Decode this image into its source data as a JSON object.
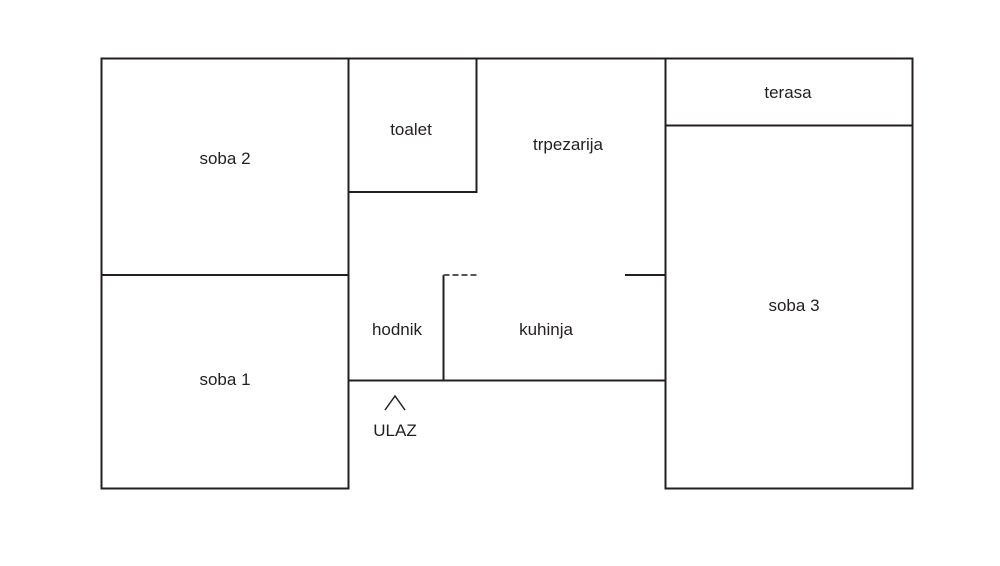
{
  "plan": {
    "rooms": [
      {
        "id": "soba2",
        "label": "soba 2"
      },
      {
        "id": "toalet",
        "label": "toalet"
      },
      {
        "id": "trpezarija",
        "label": "trpezarija"
      },
      {
        "id": "terasa",
        "label": "terasa"
      },
      {
        "id": "soba3",
        "label": "soba 3"
      },
      {
        "id": "hodnik",
        "label": "hodnik"
      },
      {
        "id": "kuhinja",
        "label": "kuhinja"
      },
      {
        "id": "soba1",
        "label": "soba 1"
      }
    ],
    "entrance": {
      "label": "ULAZ"
    },
    "line_color": "#231f20"
  }
}
